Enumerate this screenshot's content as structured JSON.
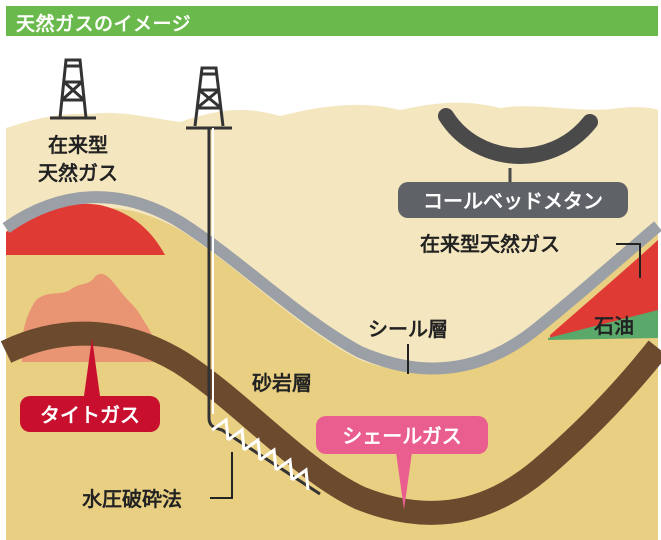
{
  "header": {
    "title": "天然ガスのイメージ"
  },
  "labels": {
    "conventional_gas_left_line1": "在来型",
    "conventional_gas_left_line2": "天然ガス",
    "coalbed_methane": "コールベッドメタン",
    "conventional_gas_right": "在来型天然ガス",
    "oil": "石油",
    "seal_layer": "シール層",
    "sandstone_layer": "砂岩層",
    "tight_gas": "タイトガス",
    "shale_gas": "シェールガス",
    "hydraulic_fracturing": "水圧破砕法"
  },
  "colors": {
    "header_bg": "#6ab94c",
    "sky": "#ffffff",
    "upper_ground": "#f4e6bf",
    "sand_layer": "#e8cf82",
    "seal_band": "#9aa0a6",
    "shale_band": "#6b4a2e",
    "gas_red": "#e03a35",
    "oil_green": "#5aa86a",
    "tight_gas_fill": "#e99473",
    "tight_gas_label": "#c8102e",
    "shale_gas_label": "#e95e8f",
    "coalbed_band": "#4a4a4a",
    "coalbed_label": "#5f6368"
  }
}
